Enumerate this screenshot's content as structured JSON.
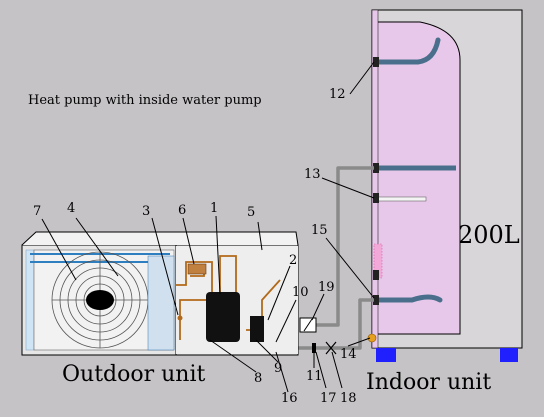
{
  "title": "Heat pump with inside water pump",
  "captions": {
    "outdoor": "Outdoor unit",
    "indoor": "Indoor unit",
    "capacity": "200L"
  },
  "callouts": {
    "n1": "1",
    "n2": "2",
    "n3": "3",
    "n4": "4",
    "n5": "5",
    "n6": "6",
    "n7": "7",
    "n8": "8",
    "n9": "9",
    "n10": "10",
    "n11": "11",
    "n12": "12",
    "n13": "13",
    "n14": "14",
    "n15": "15",
    "n16": "16",
    "n17": "17",
    "n18": "18",
    "n19": "19"
  },
  "colors": {
    "background": "#c6c3c6",
    "tank_fill": "#e8c8ea",
    "tank_outline": "#000000",
    "coil": "#4a6f8c",
    "water_pipe": "#8a8a8a",
    "refrigerant_pipe": "#b26a1a",
    "compressor": "#111111",
    "feet": "#2020ff",
    "unit_body": "#e6e6e6",
    "fan_guard": "#ffffff"
  }
}
